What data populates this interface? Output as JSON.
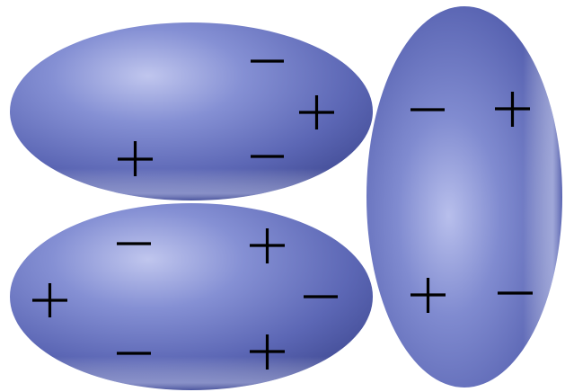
{
  "diagram": {
    "ellipsoids": [
      {
        "id": "top-left",
        "orientation": "horizontal",
        "charges": [
          "minus",
          "plus",
          "plus",
          "minus"
        ]
      },
      {
        "id": "bottom-left",
        "orientation": "horizontal",
        "charges": [
          "minus",
          "plus",
          "plus",
          "minus",
          "minus",
          "plus"
        ]
      },
      {
        "id": "right",
        "orientation": "vertical",
        "charges": [
          "minus",
          "plus",
          "plus",
          "minus"
        ]
      }
    ],
    "colors": {
      "body_dark": "#4a54a0",
      "body_mid": "#6f7bc6",
      "body_light": "#b4bbe8",
      "charge": "#000000",
      "background": "#ffffff"
    }
  }
}
